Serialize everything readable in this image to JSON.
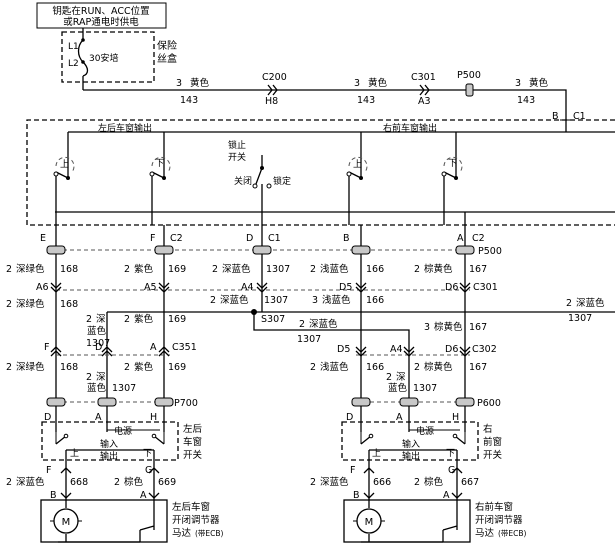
{
  "power_box": {
    "line1": "钥匙在RUN、ACC位置",
    "line2": "或RAP通电时供电"
  },
  "fuse_box": {
    "label_line1": "保险",
    "label_line2": "丝盒",
    "pin_l1": "L1",
    "pin_l2": "L2",
    "rating": "30安培"
  },
  "top_wire": {
    "segments": [
      {
        "gauge": "3",
        "color": "黄色",
        "circuit": "143"
      },
      {
        "gauge": "3",
        "color": "黄色",
        "circuit": "143"
      },
      {
        "gauge": "3",
        "color": "黄色",
        "circuit": "143"
      }
    ],
    "c200": "C200",
    "h8": "H8",
    "c301": "C301",
    "a3": "A3",
    "p500": "P500"
  },
  "main_switch": {
    "pin_b": "B",
    "conn_c1": "C1",
    "left_rear_output": "左后车窗输出",
    "right_front_output": "右前车窗输出",
    "lock_label1": "锁止",
    "lock_label2": "开关",
    "close_label": "关闭",
    "lock_position": "锁定",
    "up": "上",
    "down": "下"
  },
  "main_switch_pins": [
    {
      "pin": "E",
      "conn": ""
    },
    {
      "pin": "F",
      "conn": "C2"
    },
    {
      "pin": "D",
      "conn": "C1"
    },
    {
      "pin": "B",
      "conn": ""
    },
    {
      "pin": "A",
      "conn": "C2"
    }
  ],
  "p500_label": "P500",
  "row1_wires": [
    {
      "gauge": "2",
      "color": "深绿色",
      "circuit": "168"
    },
    {
      "gauge": "2",
      "color": "紫色",
      "circuit": "169"
    },
    {
      "gauge": "2",
      "color": "深蓝色",
      "circuit": "1307"
    },
    {
      "gauge": "2",
      "color": "浅蓝色",
      "circuit": "166"
    },
    {
      "gauge": "2",
      "color": "棕黄色",
      "circuit": "167"
    }
  ],
  "c301_pins": {
    "a6": "A6",
    "a5": "A5",
    "a4": "A4",
    "d5": "D5",
    "d6": "D6",
    "label": "C301"
  },
  "row2_wires": [
    {
      "gauge": "2",
      "color": "深绿色",
      "circuit": "168"
    },
    {
      "gauge": "2",
      "color": "深蓝色",
      "circuit": "1307"
    },
    {
      "gauge": "3",
      "color": "浅蓝色",
      "circuit": "166"
    },
    {
      "gauge": "2",
      "color": "深蓝色",
      "circuit": "1307"
    }
  ],
  "splice": "S307",
  "mid_wires": {
    "lr_blue": {
      "gauge": "2",
      "color1": "深",
      "color2": "蓝色",
      "circuit": "1307"
    },
    "lr_purple": {
      "gauge": "2",
      "color": "紫色",
      "circuit": "169"
    },
    "s307_blue": {
      "gauge": "2",
      "color": "深蓝色",
      "circuit": "1307"
    },
    "rf_tan": {
      "gauge": "3",
      "color": "棕黄色",
      "circuit": "167"
    }
  },
  "c351": {
    "f": "F",
    "d": "D",
    "a": "A",
    "label": "C351"
  },
  "c302": {
    "d5": "D5",
    "a4": "A4",
    "d6": "D6",
    "label": "C302"
  },
  "row3_wires": {
    "lr_green": {
      "gauge": "2",
      "color": "深绿色",
      "circuit": "168"
    },
    "lr_blue": {
      "gauge": "2",
      "color1": "深",
      "color2": "蓝色",
      "circuit": "1307"
    },
    "lr_purple": {
      "gauge": "2",
      "color": "紫色",
      "circuit": "169"
    },
    "rf_lblue": {
      "gauge": "2",
      "color": "浅蓝色",
      "circuit": "166"
    },
    "rf_blue": {
      "gauge": "2",
      "color1": "深",
      "color2": "蓝色",
      "circuit": "1307"
    },
    "rf_tan": {
      "gauge": "2",
      "color": "棕黄色",
      "circuit": "167"
    }
  },
  "p700": {
    "d": "D",
    "a": "A",
    "h": "H",
    "label": "P700"
  },
  "p600": {
    "d": "D",
    "a": "A",
    "h": "H",
    "label": "P600"
  },
  "lr_switch": {
    "label1": "左后",
    "label2": "车窗",
    "label3": "开关",
    "power": "电源",
    "input": "输入",
    "output": "输出",
    "up": "上",
    "down": "下",
    "pin_f": "F",
    "pin_g": "G"
  },
  "rf_switch": {
    "label1": "右",
    "label2": "前窗",
    "label3": "开关",
    "power": "电源",
    "input": "输入",
    "output": "输出",
    "up": "上",
    "down": "下",
    "pin_f": "F",
    "pin_g": "G"
  },
  "lr_motor_wires": [
    {
      "gauge": "2",
      "color": "深蓝色",
      "circuit": "668"
    },
    {
      "gauge": "2",
      "color": "棕色",
      "circuit": "669"
    }
  ],
  "rf_motor_wires": [
    {
      "gauge": "2",
      "color": "深蓝色",
      "circuit": "666"
    },
    {
      "gauge": "2",
      "color": "棕色",
      "circuit": "667"
    }
  ],
  "lr_motor": {
    "pin_b": "B",
    "pin_a": "A",
    "label1": "左后车窗",
    "label2": "开闭调节器",
    "label3": "马达",
    "ecb": "(带ECB)",
    "symbol": "M"
  },
  "rf_motor": {
    "pin_b": "B",
    "pin_a": "A",
    "label1": "右前车窗",
    "label2": "开闭调节器",
    "label3": "马达",
    "ecb": "(带ECB)",
    "symbol": "M"
  }
}
